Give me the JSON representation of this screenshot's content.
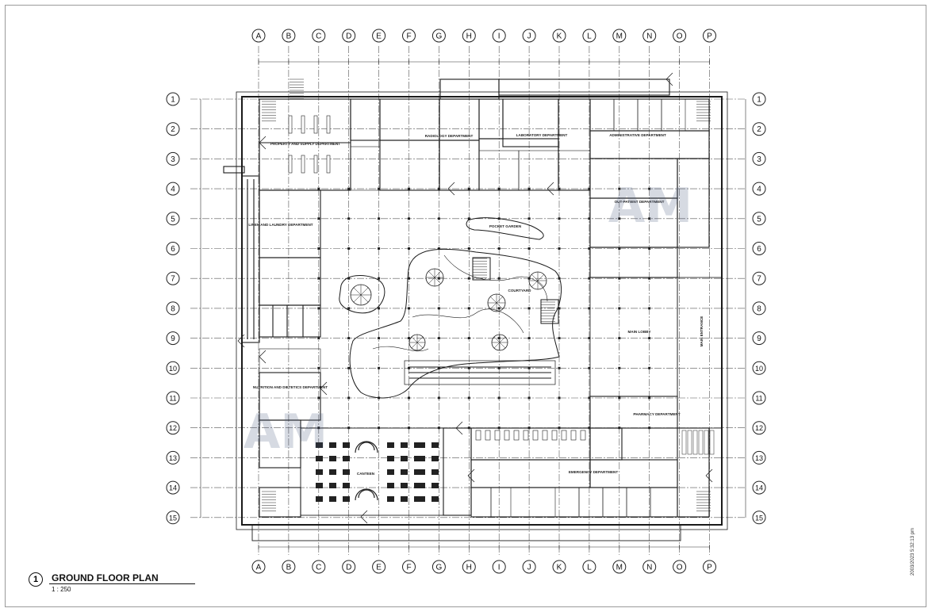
{
  "sheet": {
    "title": "GROUND FLOOR PLAN",
    "view_number": "1",
    "scale": "1 : 250",
    "print_stamp": "2003/2023 5:32:13 pm"
  },
  "grid": {
    "columns": [
      "A",
      "B",
      "C",
      "D",
      "E",
      "F",
      "G",
      "H",
      "I",
      "J",
      "K",
      "L",
      "M",
      "N",
      "O",
      "P"
    ],
    "rows": [
      "1",
      "2",
      "3",
      "4",
      "5",
      "6",
      "7",
      "8",
      "9",
      "10",
      "11",
      "12",
      "13",
      "14",
      "15"
    ]
  },
  "rooms": {
    "property": "PROPERTY AND SUPPLY DEPARTMENT",
    "radiology": "RADIOLOGY DEPARTMENT",
    "laboratory": "LABORATORY DEPARTMENT",
    "admin": "ADMINISTRATIVE DEPARTMENT",
    "outpatient": "OUT-PATIENT DEPARTMENT",
    "linen": "LINEN AND LAUNDRY DEPARTMENT",
    "pocket_garden": "POCKET GARDEN",
    "courtyard": "COURTYARD",
    "main_lobby": "MAIN LOBBY",
    "main_entrance": "MAIN ENTRANCE",
    "nutrition": "NUTRITION AND DIETETICS DEPARTMENT",
    "pharmacy": "PHARMACY DEPARTMENT",
    "canteen": "CANTEEN",
    "emergency": "EMERGENCY DEPARTMENT"
  },
  "watermark": {
    "text": "AM"
  },
  "colors": {
    "line": "#1a1a1a",
    "grid": "#555555",
    "bg": "#ffffff"
  }
}
